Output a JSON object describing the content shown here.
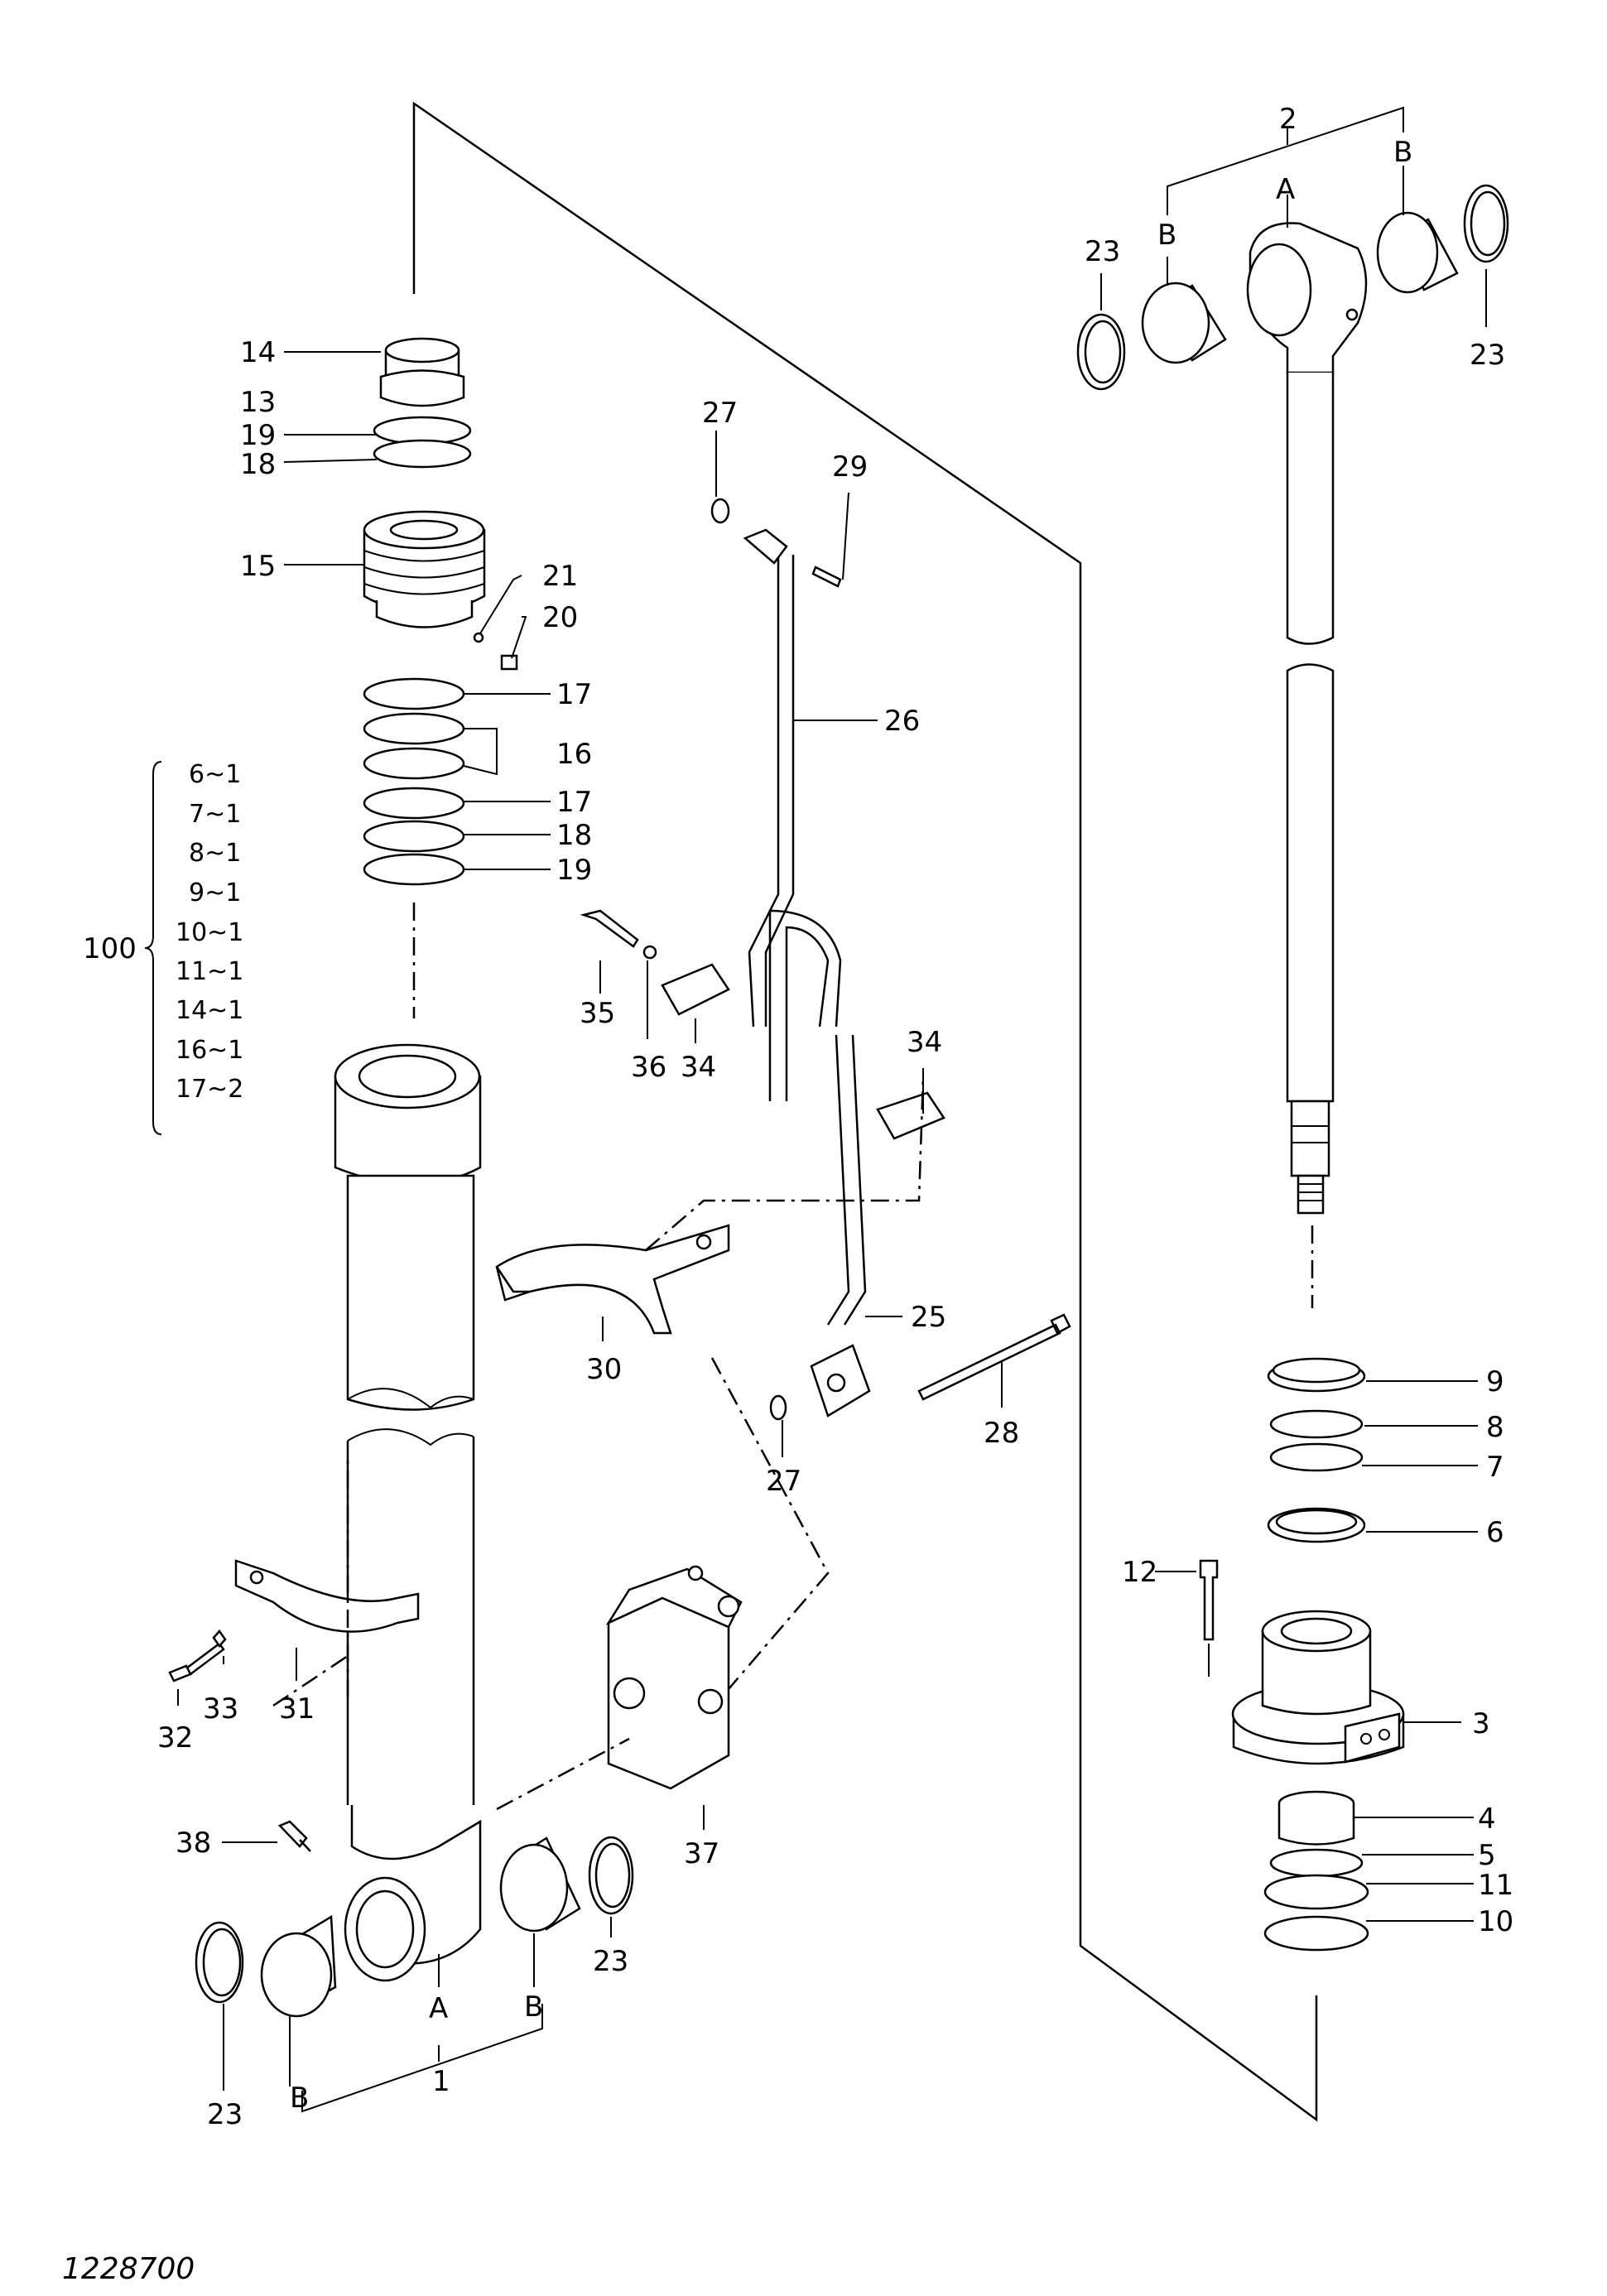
{
  "drawing_number": "1228700",
  "callouts": {
    "c1": "1",
    "c2": "2",
    "c3": "3",
    "c4": "4",
    "c5": "5",
    "c6": "6",
    "c7": "7",
    "c8": "8",
    "c9": "9",
    "c10": "10",
    "c11": "11",
    "c12": "12",
    "c13": "13",
    "c14": "14",
    "c15": "15",
    "c16": "16",
    "c17a": "17",
    "c17b": "17",
    "c18a": "18",
    "c18b": "18",
    "c19a": "19",
    "c19b": "19",
    "c20": "20",
    "c21": "21",
    "c23a": "23",
    "c23b": "23",
    "c23c": "23",
    "c23d": "23",
    "c25": "25",
    "c26": "26",
    "c27a": "27",
    "c27b": "27",
    "c28": "28",
    "c29": "29",
    "c30": "30",
    "c31": "31",
    "c32": "32",
    "c33": "33",
    "c34a": "34",
    "c34b": "34",
    "c35": "35",
    "c36": "36",
    "c37": "37",
    "c38": "38",
    "A_top": "A",
    "B_top_left": "B",
    "B_top_right": "B",
    "A_bottom": "A",
    "B_bottom_left": "B",
    "B_bottom_right": "B"
  },
  "kit": {
    "number": "100",
    "items": [
      "6~1",
      "7~1",
      "8~1",
      "9~1",
      "10~1",
      "11~1",
      "14~1",
      "16~1",
      "17~2"
    ]
  }
}
